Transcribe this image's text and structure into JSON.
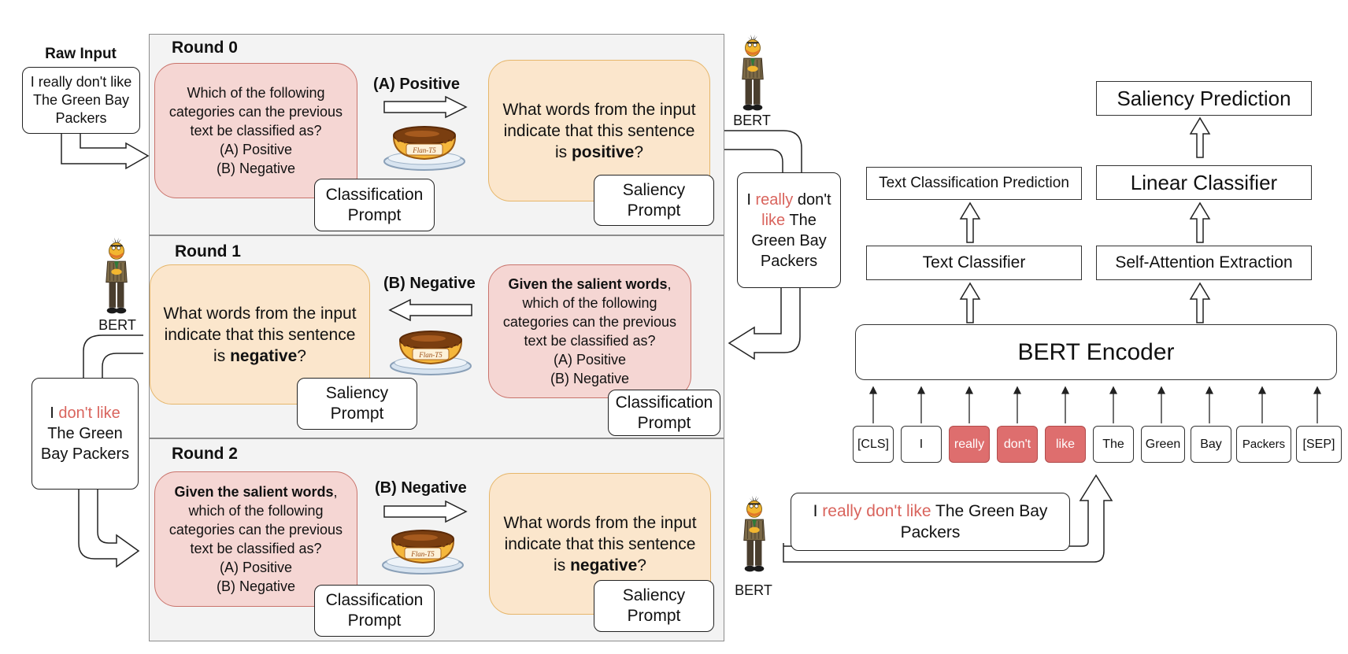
{
  "raw_input": {
    "label": "Raw Input",
    "text": "I really don't like The Green Bay Packers"
  },
  "rounds": [
    {
      "title": "Round 0",
      "classification_question": "Which of the following categories can the previous text be classified as?",
      "option_a": "(A) Positive",
      "option_b": "(B) Negative",
      "answer": "(A) Positive",
      "saliency_pre": "What words from the input indicate that this sentence is",
      "saliency_label": "positive",
      "saliency_post": "?"
    },
    {
      "title": "Round 1",
      "salient_lead": "Given the salient words",
      "classification_question": ", which of the following categories can the previous text be classified as?",
      "option_a": "(A) Positive",
      "option_b": "(B) Negative",
      "answer": "(B) Negative",
      "saliency_pre": "What words from the input indicate that this sentence is",
      "saliency_label": "negative",
      "saliency_post": "?"
    },
    {
      "title": "Round 2",
      "salient_lead": "Given the salient words",
      "classification_question": ", which of the following categories can the previous text be classified as?",
      "option_a": "(A) Positive",
      "option_b": "(B) Negative",
      "answer": "(B) Negative",
      "saliency_pre": "What words from the input indicate that this sentence is",
      "saliency_label": "negative",
      "saliency_post": "?"
    }
  ],
  "labels": {
    "classification_prompt": "Classification Prompt",
    "saliency_prompt": "Saliency Prompt",
    "bert": "BERT",
    "flan_t5": "Flan-T5"
  },
  "highlighted_text": {
    "w1": "I",
    "w2": "really",
    "w3": "don't",
    "w4": "like",
    "w5": "The",
    "w6": "Green Bay",
    "w7": "Packers"
  },
  "final_text": {
    "pre": "I",
    "highlight": "really don't like",
    "post": "The Green Bay Packers"
  },
  "architecture": {
    "saliency_prediction": "Saliency Prediction",
    "linear_classifier": "Linear Classifier",
    "self_attention": "Self-Attention Extraction",
    "text_classification_prediction": "Text Classification Prediction",
    "text_classifier": "Text Classifier",
    "bert_encoder": "BERT Encoder",
    "tokens": [
      "[CLS]",
      "I",
      "really",
      "don't",
      "like",
      "The",
      "Green",
      "Bay",
      "Packers",
      "[SEP]"
    ],
    "highlight_color": "#de6e6e"
  },
  "colors": {
    "classification_fill": "#f5d6d3",
    "saliency_fill": "#fbe6cc",
    "highlight_text": "#d9645d"
  }
}
